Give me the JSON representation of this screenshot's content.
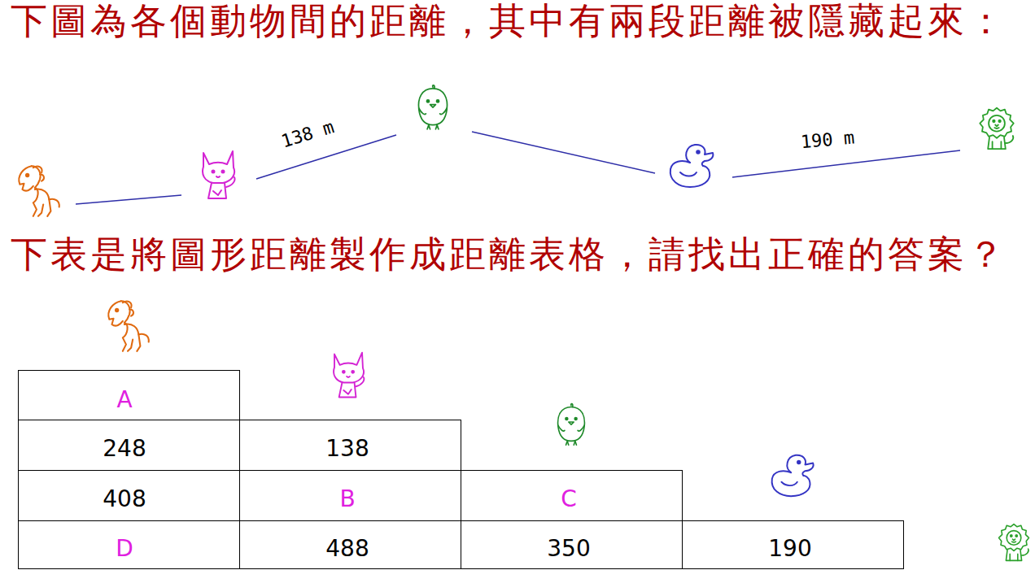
{
  "diagram": {
    "title": "下圖為各個動物間的距離，其中有兩段距離被隱藏起來：",
    "labels": [
      "下表是將圖形距離製作成距離表格，請找出正確的答案？",
      "138 m",
      "190 m",
      "A",
      "248",
      "138",
      "408",
      "B",
      "C",
      "D",
      "488",
      "350",
      "190"
    ]
  }
}
